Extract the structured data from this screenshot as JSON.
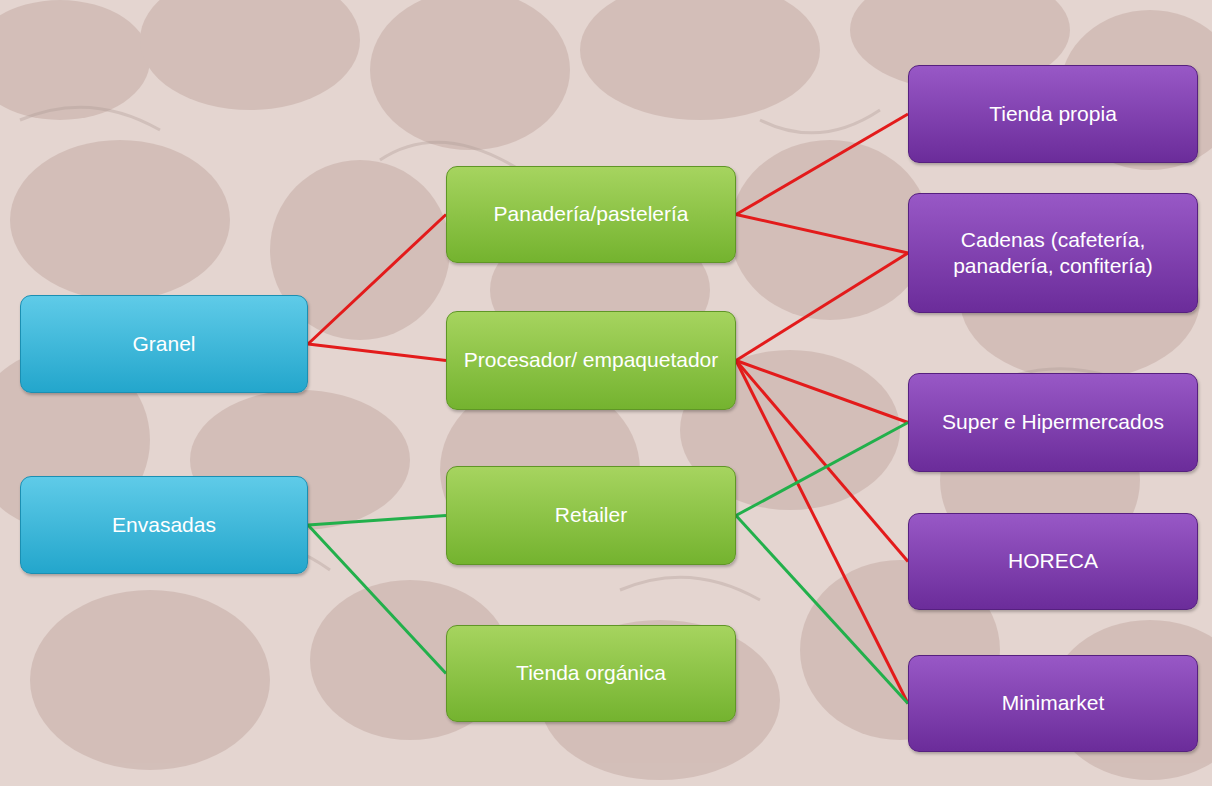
{
  "diagram": {
    "nodes": [
      {
        "text": [
          "Granel"
        ]
      },
      {
        "text": [
          "Envasadas"
        ]
      },
      {
        "text": [
          "Panadería/pastelería"
        ]
      },
      {
        "text": [
          "Procesador/ empaquetador"
        ]
      },
      {
        "text": [
          "Retailer"
        ]
      },
      {
        "text": [
          "Tienda orgánica"
        ]
      },
      {
        "text": [
          "Tienda propia"
        ]
      },
      {
        "text": [
          "Cadenas (cafetería, panadería, confitería)"
        ]
      },
      {
        "text": [
          "Super e Hipermercados"
        ]
      },
      {
        "text": [
          "HORECA"
        ]
      },
      {
        "text": [
          "Minimarket"
        ]
      }
    ],
    "edges": [
      {
        "from": 0,
        "to": 2,
        "arrow": "none"
      },
      {
        "from": 0,
        "to": 3,
        "arrow": "none"
      },
      {
        "from": 2,
        "to": 6,
        "arrow": "none"
      },
      {
        "from": 2,
        "to": 7,
        "arrow": "none"
      },
      {
        "from": 3,
        "to": 7,
        "arrow": "none"
      },
      {
        "from": 3,
        "to": 8,
        "arrow": "none"
      },
      {
        "from": 3,
        "to": 9,
        "arrow": "none"
      },
      {
        "from": 3,
        "to": 10,
        "arrow": "none"
      },
      {
        "from": 1,
        "to": 4,
        "arrow": "none"
      },
      {
        "from": 1,
        "to": 5,
        "arrow": "none"
      },
      {
        "from": 4,
        "to": 8,
        "arrow": "none"
      },
      {
        "from": 4,
        "to": 10,
        "arrow": "none"
      }
    ]
  }
}
